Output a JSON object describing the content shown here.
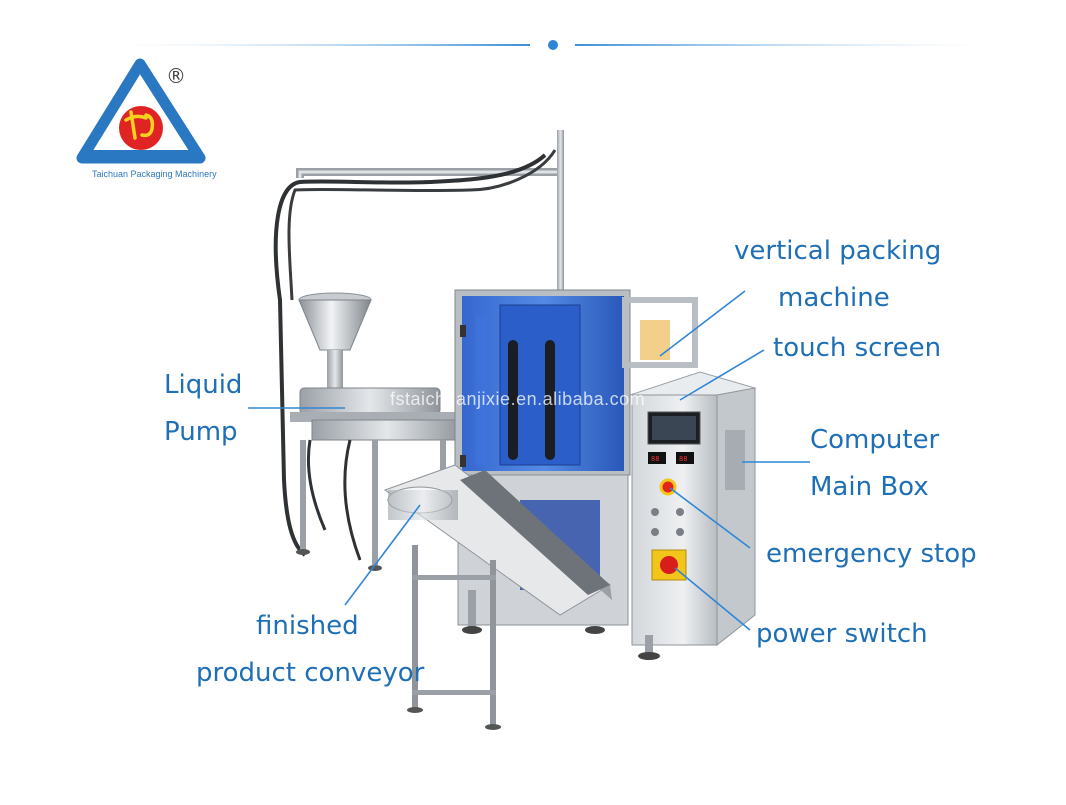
{
  "logo": {
    "registered_mark": "®",
    "company_name": "Taichuan Packaging Machinery"
  },
  "watermark": "fstaichuanjixie.en.alibaba.com",
  "labels": {
    "vertical_packing_1": "vertical packing",
    "vertical_packing_2": "machine",
    "touch_screen": "touch screen",
    "liquid_1": "Liquid",
    "liquid_2": "Pump",
    "computer_1": "Computer",
    "computer_2": "Main Box",
    "emergency_stop": "emergency stop",
    "power_switch": "power switch",
    "finished_1": "finished",
    "finished_2": "product conveyor"
  },
  "colors": {
    "label_blue": "#1f6fb6",
    "leader_blue": "#2f86d6",
    "machine_blue": "#1f58c9",
    "steel": "#b9bec4"
  }
}
